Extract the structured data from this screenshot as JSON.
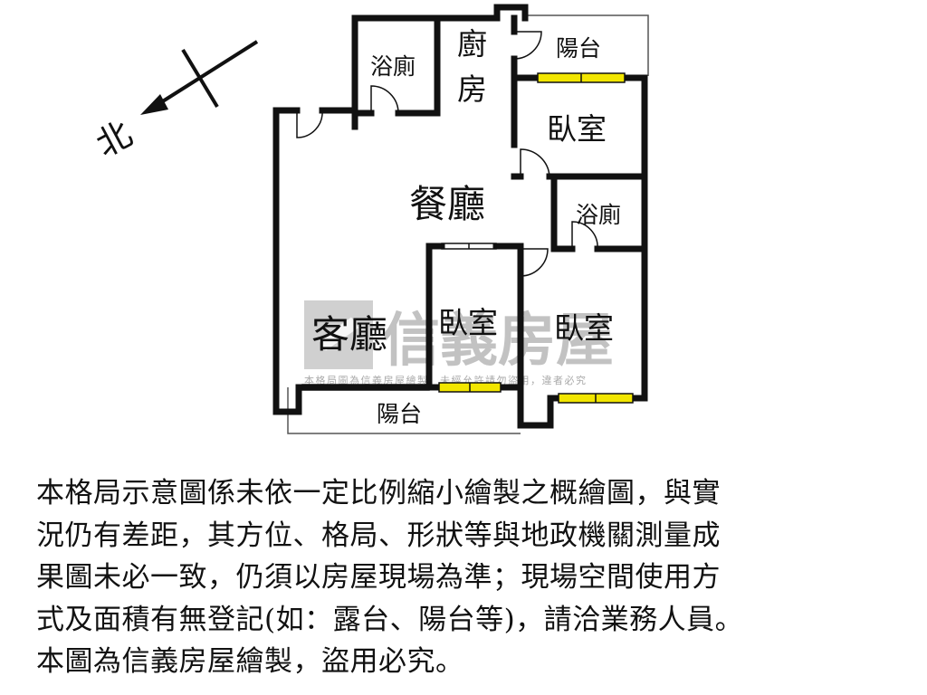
{
  "compass": {
    "label": "北"
  },
  "rooms": {
    "bath_top": "浴廁",
    "kitchen": "廚\n房",
    "balcony_top": "陽台",
    "bedroom_top": "臥室",
    "dining": "餐廳",
    "bath_right": "浴廁",
    "living": "客廳",
    "bedroom_middle": "臥室",
    "bedroom_right": "臥室",
    "balcony_bottom": "陽台"
  },
  "watermark": {
    "logo": "信義房屋",
    "notice": "本格局圖為信義房屋繪製，未經允許請勿盜用，違者必究"
  },
  "disclaimer": {
    "lines": [
      "本格局示意圖係未依一定比例縮小繪製之概繪圖，與實",
      "況仍有差距，其方位、格局、形狀等與地政機關測量成",
      "果圖未必一致，仍須以房屋現場為準；現場空間使用方",
      "式及面積有無登記(如：露台、陽台等)，請洽業務人員。",
      "本圖為信義房屋繪製，盜用必究。"
    ]
  },
  "colors": {
    "wall": "#111111",
    "window": "#f2e600",
    "watermark": "#bbbbbb"
  }
}
